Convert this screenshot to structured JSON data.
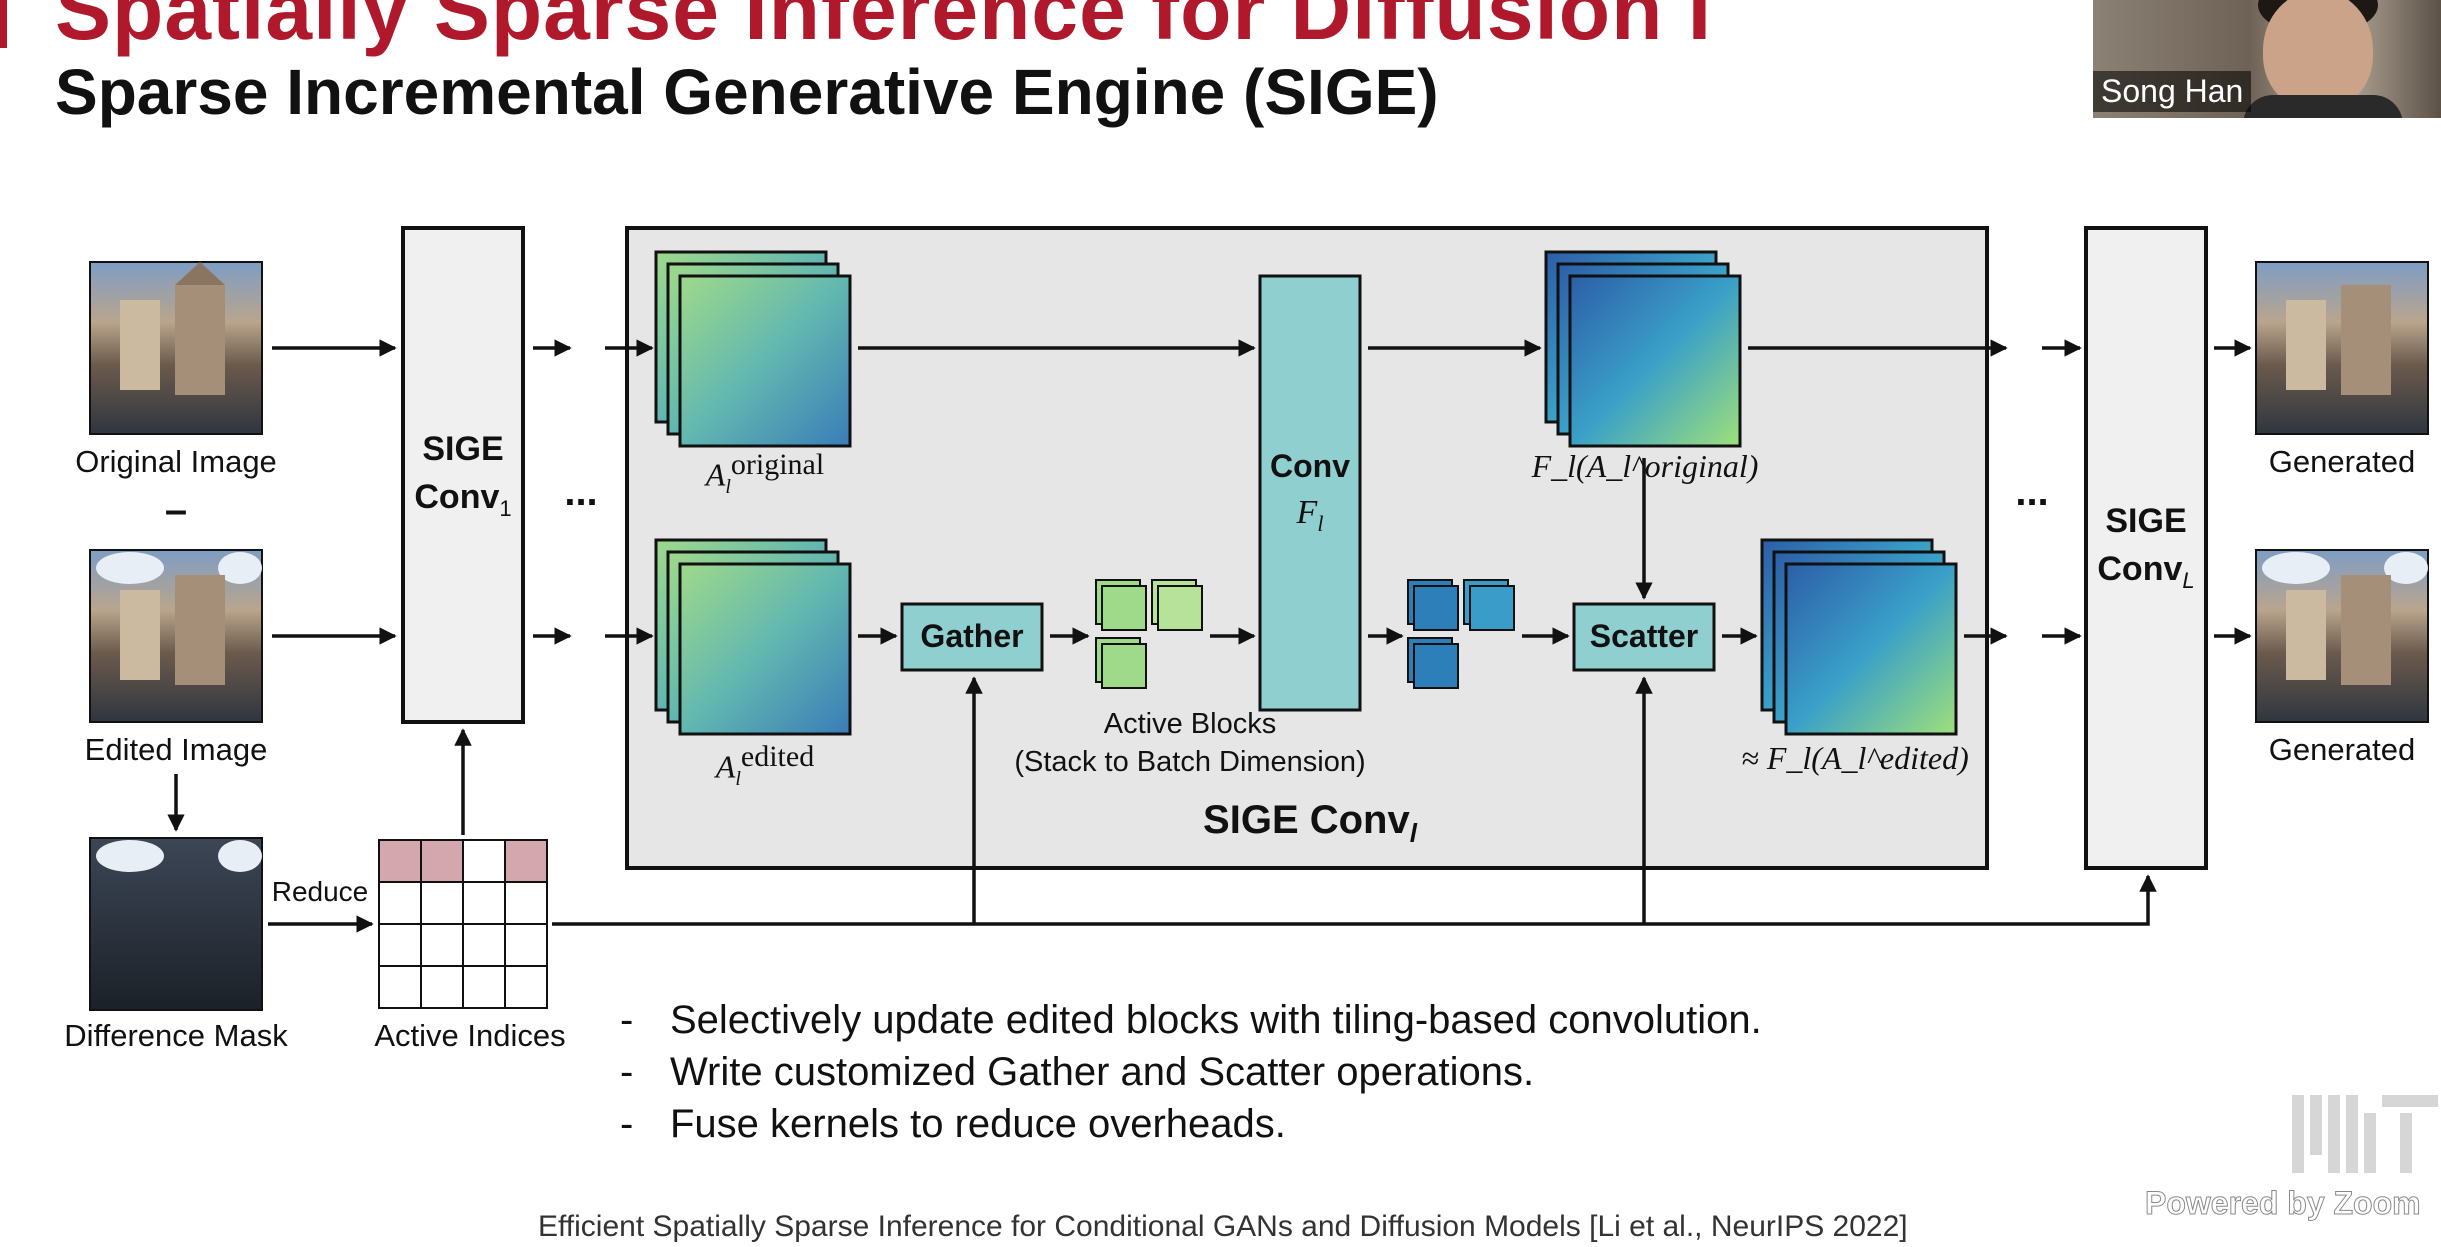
{
  "slide": {
    "title_top": "Spatially Sparse Inference for Diffusion I",
    "subtitle": "Sparse Incremental Generative Engine (SIGE)"
  },
  "speaker": {
    "name": "Song Han"
  },
  "diagram": {
    "inputs": {
      "original_label": "Original Image",
      "minus": "–",
      "edited_label": "Edited Image",
      "mask_label": "Difference Mask",
      "reduce_label": "Reduce",
      "indices_label": "Active Indices"
    },
    "sige_conv_1": {
      "line1": "SIGE",
      "line2": "Conv",
      "sub": "1"
    },
    "sige_conv_L": {
      "line1": "SIGE",
      "line2": "Conv",
      "sub": "L"
    },
    "ellipsis": "...",
    "sige_conv_l": {
      "title": "SIGE Conv",
      "title_sub": "l",
      "a_original": {
        "base": "A",
        "sub": "l",
        "sup": "original"
      },
      "a_edited": {
        "base": "A",
        "sub": "l",
        "sup": "edited"
      },
      "gather": "Gather",
      "conv": {
        "line1": "Conv",
        "line2": "F",
        "sub": "l"
      },
      "active_blocks_line1": "Active Blocks",
      "active_blocks_line2": "(Stack to Batch Dimension)",
      "scatter": "Scatter",
      "f_original": "F_l(A_l^original)",
      "f_edited": "≈ F_l(A_l^edited)"
    },
    "outputs": {
      "generated_top": "Generated",
      "generated_bottom": "Generated"
    },
    "colors": {
      "mask_cell": "#d4a6ad",
      "box_fill": "#f0f0f0",
      "op_fill": "#8fcfcf",
      "panel_fill": "#e6e6e6"
    }
  },
  "bullets": [
    "Selectively update edited blocks with tiling-based convolution.",
    "Write customized Gather and Scatter operations.",
    "Fuse kernels to reduce overheads."
  ],
  "citation": "Efficient Spatially Sparse Inference for Conditional GANs and Diffusion Models [Li et al., NeurIPS 2022]",
  "watermark": {
    "logo": "MIT",
    "zoom": "Powered by Zoom"
  }
}
